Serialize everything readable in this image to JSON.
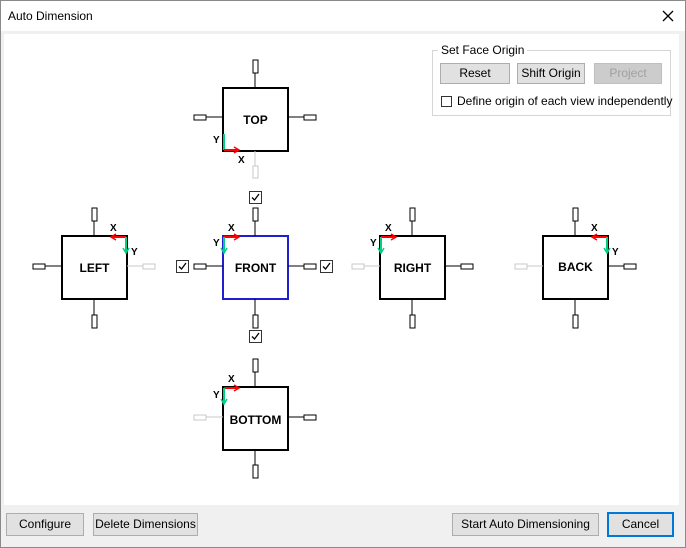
{
  "window": {
    "title": "Auto Dimension"
  },
  "face_origin": {
    "group_label": "Set Face Origin",
    "reset_label": "Reset",
    "shift_origin_label": "Shift Origin",
    "project_label": "Project",
    "independent_label": "Define origin of each view independently",
    "independent_checked": false
  },
  "views": {
    "top": "TOP",
    "left": "LEFT",
    "front": "FRONT",
    "right": "RIGHT",
    "back": "BACK",
    "bottom": "BOTTOM"
  },
  "axes": {
    "x": "X",
    "y": "Y"
  },
  "view_checkboxes": {
    "top_checked": true,
    "left_checked": true,
    "right_checked": true,
    "bottom_checked": true
  },
  "footer": {
    "configure_label": "Configure",
    "delete_label": "Delete Dimensions",
    "start_label": "Start Auto Dimensioning",
    "cancel_label": "Cancel"
  },
  "colors": {
    "front_border": "#1f1fcf",
    "x_axis": "#ff0000",
    "y_axis": "#00d080",
    "disabled_handle": "#c8c8c8"
  }
}
